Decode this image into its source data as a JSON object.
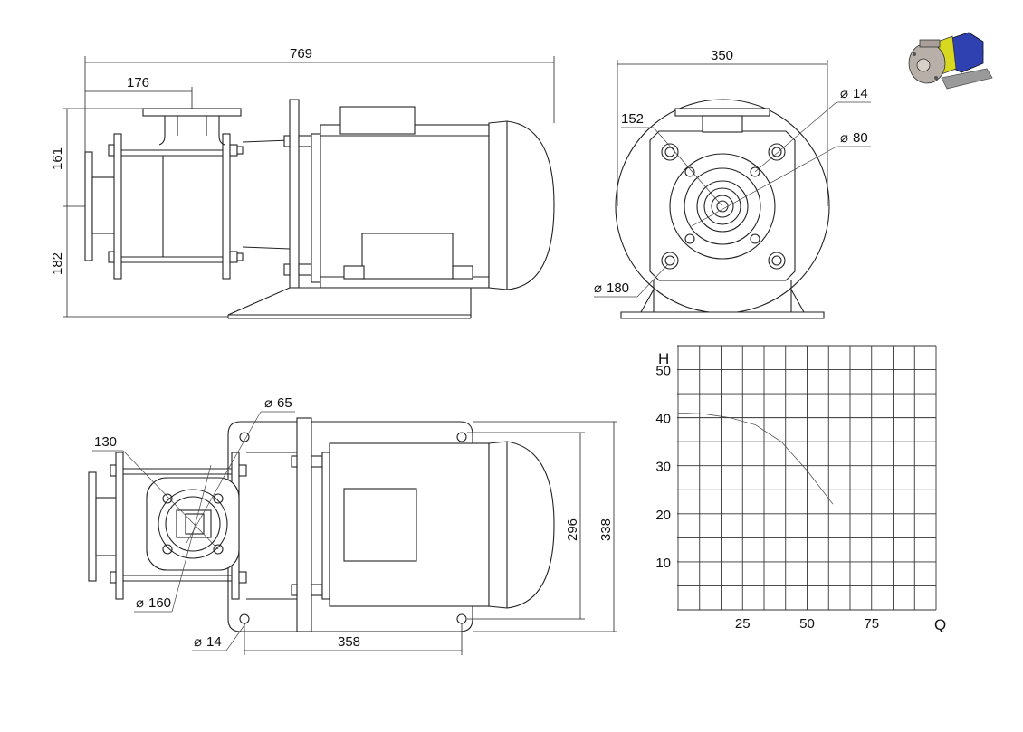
{
  "dimensions": {
    "overall_length": "769",
    "suction_offset": "176",
    "upper_height": "161",
    "lower_height": "182",
    "front_width": "350",
    "bolt_circle": "152",
    "hole_dia_front": "14",
    "shaft_circle": "80",
    "flange_front": "180",
    "port_dia": "65",
    "flange_square": "130",
    "flange_top": "160",
    "hole_dia_base": "14",
    "base_hole_spacing": "358",
    "base_inner_width": "296",
    "base_outer_width": "338"
  },
  "chart_data": {
    "type": "line",
    "ylabel": "H",
    "xlabel": "Q",
    "xlim": [
      0,
      100
    ],
    "ylim": [
      0,
      55
    ],
    "x_ticks": [
      25,
      50,
      75
    ],
    "y_ticks": [
      10,
      20,
      30,
      40,
      50
    ],
    "grid": true,
    "series": [
      {
        "x": [
          0,
          10,
          20,
          30,
          40,
          50,
          60
        ],
        "y": [
          41,
          40.8,
          40,
          38.5,
          35,
          29,
          22
        ]
      }
    ]
  }
}
